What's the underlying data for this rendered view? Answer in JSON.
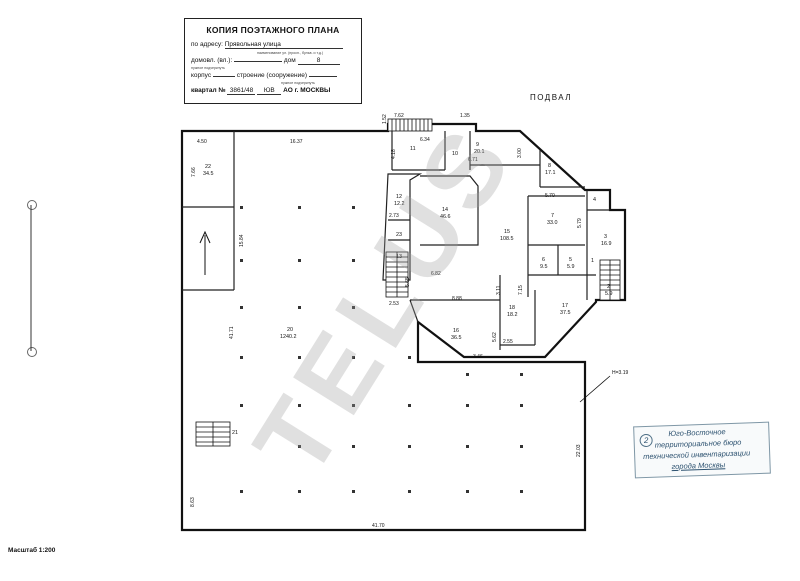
{
  "stamp": {
    "title": "КОПИЯ ПОЭТАЖНОГО ПЛАНА",
    "address_label": "по адресу:",
    "address_value": "Прявольная улица",
    "address_hint": "наименование ул. (просп., бульв. и т.д.)",
    "domovl_label": "домовл. (вл.):",
    "domovl_hint": "нужное подчеркнуть",
    "dom_label": "дом",
    "dom_value": "8",
    "korpus_label": "корпус",
    "stroenie_label": "строение (сооружение)",
    "stroenie_hint": "нужное подчеркнуть",
    "kvartal_label": "квартал №",
    "kvartal_value": "3861/48",
    "okrug_value": "ЮВ",
    "okrug_suffix": "АО г. МОСКВЫ"
  },
  "sheet_title": "ПОДВАЛ",
  "scale_label": "Масштаб 1:200",
  "watermark": "TELUS",
  "bti_stamp": {
    "num": "2",
    "line1": "Юго-Восточное",
    "line2": "территориальное бюро",
    "line3": "технической инвентаризации",
    "line4": "города Москвы"
  },
  "dims": {
    "d_450": "4.50",
    "d_1637": "16.37",
    "d_762": "7.62",
    "d_152": "1.52",
    "d_135": "1.35",
    "d_634": "6.34",
    "d_418": "4.18",
    "d_671": "6.71",
    "d_300": "3.00",
    "d_570": "5.70",
    "d_579": "5.79",
    "d_766": "7.66",
    "d_1584": "15.84",
    "d_273": "2.73",
    "d_565": "5.65",
    "d_682": "6.82",
    "d_888": "8.88",
    "d_311": "3.11",
    "d_253": "2.53",
    "d_715": "7.15",
    "d_562": "5.62",
    "d_255": "2.55",
    "d_346": "3.46",
    "d_4171": "41.71",
    "d_h319": "Н=3.19",
    "d_2203": "22.03",
    "d_863": "8.63",
    "d_4170": "41.70"
  },
  "rooms": {
    "r1": "1",
    "r2n": "2",
    "r2a": "5.9",
    "r3n": "3",
    "r3a": "16.9",
    "r4": "4",
    "r5n": "5",
    "r5a": "5.9",
    "r6n": "6",
    "r6a": "9.5",
    "r7n": "7",
    "r7a": "33.0",
    "r8n": "8",
    "r8a": "17.1",
    "r9n": "9",
    "r9a": "20.1",
    "r10": "10",
    "r11": "11",
    "r12n": "12",
    "r12a": "12.2",
    "r13": "13",
    "r14n": "14",
    "r14a": "46.6",
    "r15n": "15",
    "r15a": "108.5",
    "r16n": "16",
    "r16a": "36.5",
    "r17n": "17",
    "r17a": "37.5",
    "r18n": "18",
    "r18a": "18.2",
    "r20n": "20",
    "r20a": "1240.2",
    "r21": "21",
    "r22n": "22",
    "r22a": "34.5",
    "r23": "23"
  }
}
